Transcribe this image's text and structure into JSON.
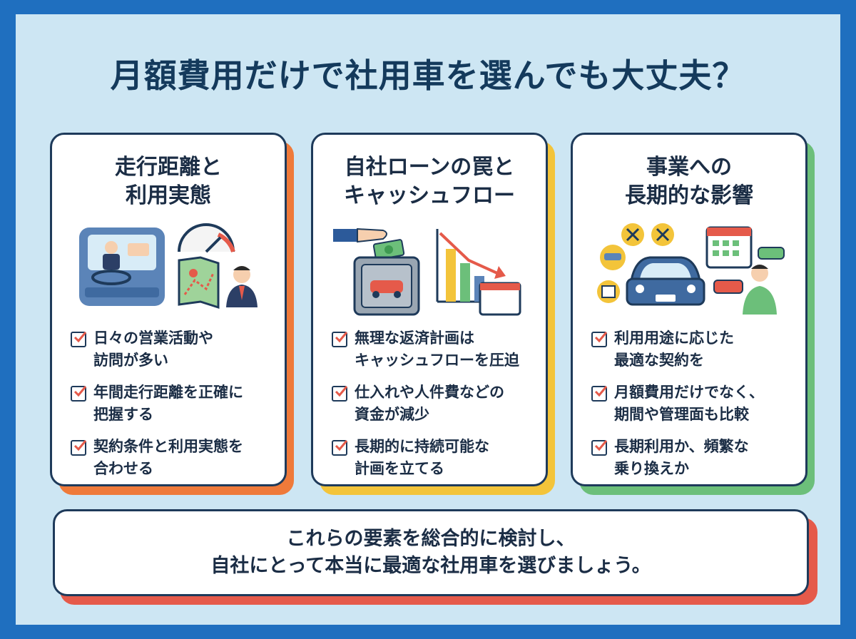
{
  "title": "月額費用だけで社用車を選んでも大丈夫？",
  "colors": {
    "background": "#1f6fbf",
    "panel": "#cde6f3",
    "text": "#143a5c",
    "card1_accent": "#ef7a3a",
    "card2_accent": "#f3c43a",
    "card3_accent": "#6cbf7a",
    "bottom_accent": "#e55a4a"
  },
  "cards": [
    {
      "title": "走行距離と\n利用実態",
      "illustration": "car-driver-gauge-map-icon",
      "items": [
        "日々の営業活動や\n訪問が多い",
        "年間走行距離を正確に\n把握する",
        "契約条件と利用実態を\n合わせる"
      ]
    },
    {
      "title": "自社ローンの罠と\nキャッシュフロー",
      "illustration": "money-safe-declining-chart-icon",
      "items": [
        "無理な返済計画は\nキャッシュフローを圧迫",
        "仕入れや人件費などの\n資金が減少",
        "長期的に持続可能な\n計画を立てる"
      ]
    },
    {
      "title": "事業への\n長期的な影響",
      "illustration": "car-tools-calendar-person-icon",
      "items": [
        "利用用途に応じた\n最適な契約を",
        "月額費用だけでなく、\n期間や管理面も比較",
        "長期利用か、頻繁な\n乗り換えか"
      ]
    }
  ],
  "bottom": {
    "text": "これらの要素を総合的に検討し、\n自社にとって本当に最適な社用車を選びましょう。"
  }
}
